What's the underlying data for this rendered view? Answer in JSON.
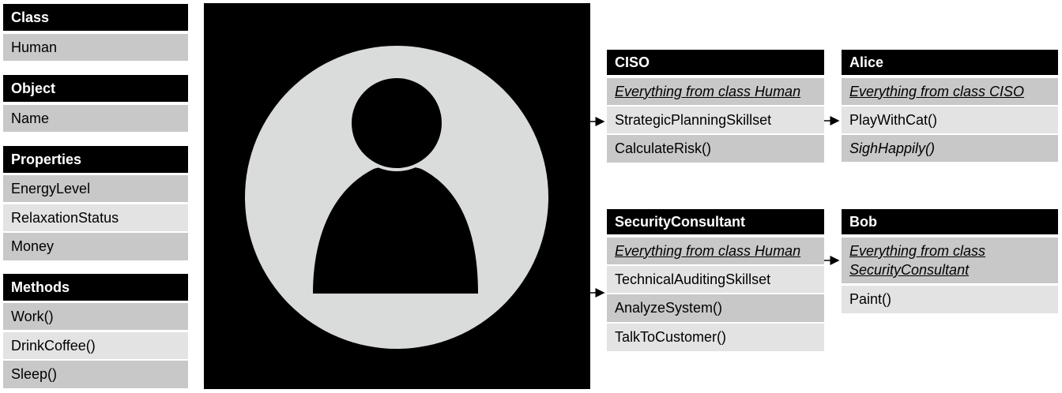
{
  "left_panel": {
    "class": {
      "header": "Class",
      "items": [
        "Human"
      ]
    },
    "object": {
      "header": "Object",
      "items": [
        "Name"
      ]
    },
    "properties": {
      "header": "Properties",
      "items": [
        "EnergyLevel",
        "RelaxationStatus",
        "Money"
      ]
    },
    "methods": {
      "header": "Methods",
      "items": [
        "Work()",
        "DrinkCoffee()",
        "Sleep()"
      ]
    }
  },
  "ciso": {
    "header": "CISO",
    "inherit": "Everything from class Human",
    "items": [
      "StrategicPlanningSkillset",
      "CalculateRisk()"
    ]
  },
  "alice": {
    "header": "Alice",
    "inherit": "Everything from class CISO",
    "items": [
      "PlayWithCat()",
      "SighHappily()"
    ]
  },
  "security_consultant": {
    "header": "SecurityConsultant",
    "inherit": "Everything from class Human",
    "items": [
      "TechnicalAuditingSkillset",
      "AnalyzeSystem()",
      "TalkToCustomer()"
    ]
  },
  "bob": {
    "header": "Bob",
    "inherit_line1": "Everything from class",
    "inherit_line2": "SecurityConsultant",
    "items": [
      "Paint()"
    ]
  },
  "colors": {
    "header_bg": "#000000",
    "row_dark": "#c8c8c8",
    "row_light": "#e3e3e3",
    "avatar_circle": "#d9dcdb",
    "avatar_figure": "#000000"
  }
}
